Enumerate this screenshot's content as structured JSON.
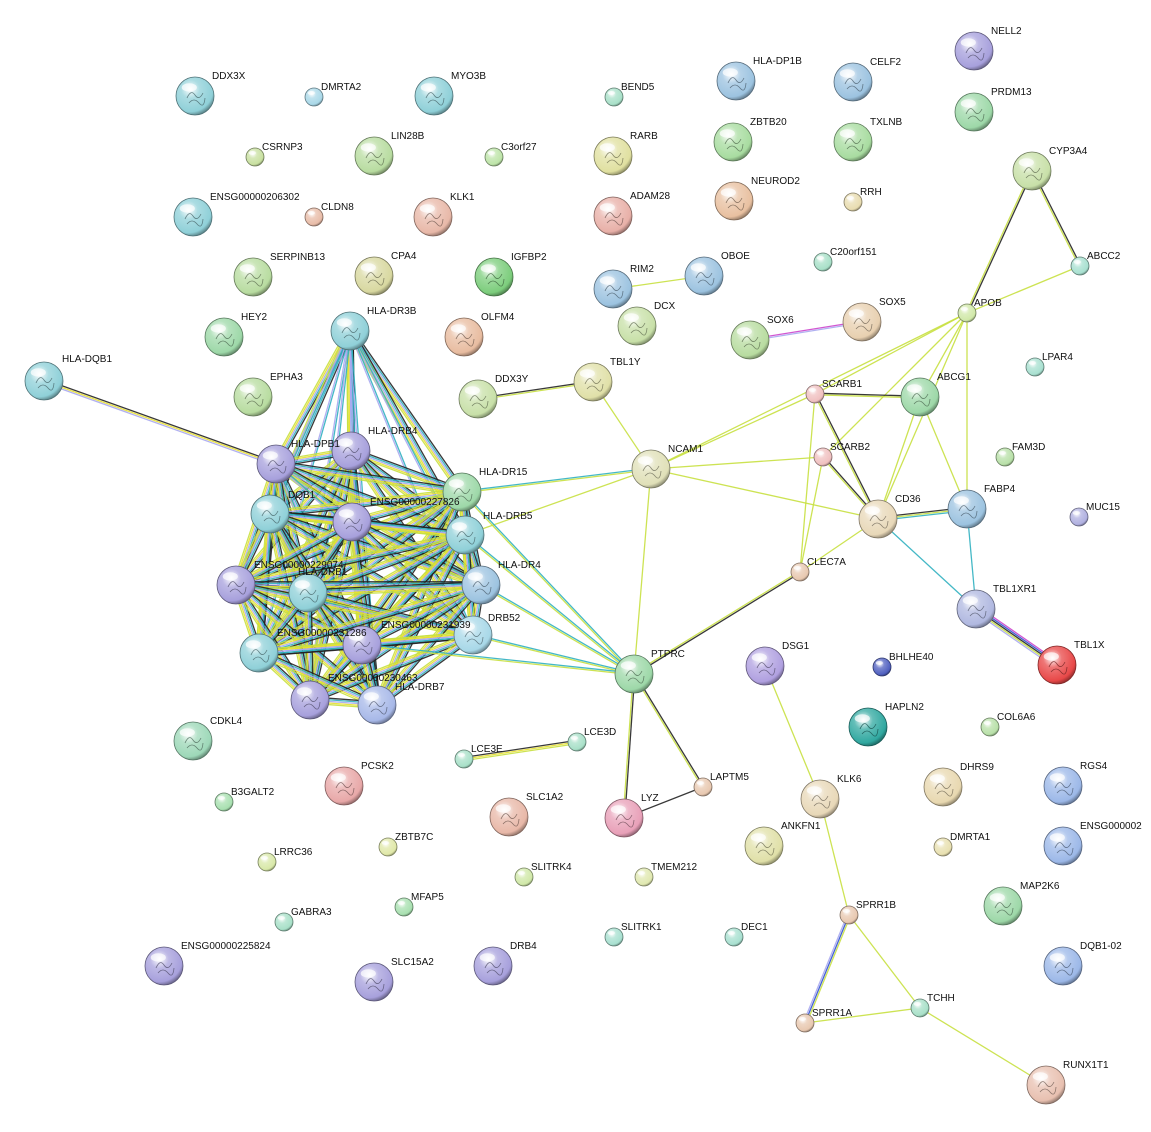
{
  "network": {
    "nodes": [
      {
        "id": "DDX3X",
        "label": "DDX3X",
        "color": "#8fd0d8",
        "size": "l"
      },
      {
        "id": "DMRTA2",
        "label": "DMRTA2",
        "color": "#a9d8e8",
        "size": "s"
      },
      {
        "id": "MYO3B",
        "label": "MYO3B",
        "color": "#8fd0d8",
        "size": "l"
      },
      {
        "id": "BEND5",
        "label": "BEND5",
        "color": "#a8e0c8",
        "size": "s"
      },
      {
        "id": "HLA-DP1B",
        "label": "HLA-DP1B",
        "color": "#9cc3e0",
        "size": "l"
      },
      {
        "id": "CELF2",
        "label": "CELF2",
        "color": "#9cc3e0",
        "size": "l"
      },
      {
        "id": "NELL2",
        "label": "NELL2",
        "color": "#a7a0dc",
        "size": "l"
      },
      {
        "id": "PRDM13",
        "label": "PRDM13",
        "color": "#9dd8a8",
        "size": "l"
      },
      {
        "id": "CSRNP3",
        "label": "CSRNP3",
        "color": "#c8e0a0",
        "size": "s"
      },
      {
        "id": "LIN28B",
        "label": "LIN28B",
        "color": "#b8dca0",
        "size": "l"
      },
      {
        "id": "C3orf27",
        "label": "C3orf27",
        "color": "#bde4a8",
        "size": "s"
      },
      {
        "id": "RARB",
        "label": "RARB",
        "color": "#e0e0a0",
        "size": "l"
      },
      {
        "id": "ZBTB20",
        "label": "ZBTB20",
        "color": "#a8dca0",
        "size": "l"
      },
      {
        "id": "TXLNB",
        "label": "TXLNB",
        "color": "#a8dca0",
        "size": "l"
      },
      {
        "id": "CYP3A4",
        "label": "CYP3A4",
        "color": "#c8e0a8",
        "size": "l"
      },
      {
        "id": "ENSG00000206302",
        "label": "ENSG00000206302",
        "color": "#8fd0d8",
        "size": "l"
      },
      {
        "id": "CLDN8",
        "label": "CLDN8",
        "color": "#e8bca8",
        "size": "s"
      },
      {
        "id": "KLK1",
        "label": "KLK1",
        "color": "#e8b8a8",
        "size": "l"
      },
      {
        "id": "ADAM28",
        "label": "ADAM28",
        "color": "#e8b0a8",
        "size": "l"
      },
      {
        "id": "NEUROD2",
        "label": "NEUROD2",
        "color": "#e8c0a0",
        "size": "l"
      },
      {
        "id": "RRH",
        "label": "RRH",
        "color": "#e8dcb0",
        "size": "s"
      },
      {
        "id": "ABCC2",
        "label": "ABCC2",
        "color": "#a8e0d0",
        "size": "s"
      },
      {
        "id": "SERPINB13",
        "label": "SERPINB13",
        "color": "#b8dca0",
        "size": "l"
      },
      {
        "id": "CPA4",
        "label": "CPA4",
        "color": "#d8d8a0",
        "size": "l"
      },
      {
        "id": "IGFBP2",
        "label": "IGFBP2",
        "color": "#7ccd7c",
        "size": "l"
      },
      {
        "id": "RIM2",
        "label": "RIM2",
        "color": "#9cc3e0",
        "size": "l"
      },
      {
        "id": "OBOE",
        "label": "OBOE",
        "color": "#9cc3e0",
        "size": "l"
      },
      {
        "id": "C20orf151",
        "label": "C20orf151",
        "color": "#a8e0c8",
        "size": "s"
      },
      {
        "id": "APOB",
        "label": "APOB",
        "color": "#d0e8a8",
        "size": "s"
      },
      {
        "id": "HEY2",
        "label": "HEY2",
        "color": "#9dd8a8",
        "size": "l"
      },
      {
        "id": "HLA-DR3B",
        "label": "HLA-DR3B",
        "color": "#8fd0d8",
        "size": "l"
      },
      {
        "id": "OLFM4",
        "label": "OLFM4",
        "color": "#e8bca0",
        "size": "l"
      },
      {
        "id": "DCX",
        "label": "DCX",
        "color": "#c8e0a8",
        "size": "l"
      },
      {
        "id": "SOX6",
        "label": "SOX6",
        "color": "#b8dca0",
        "size": "l"
      },
      {
        "id": "SOX5",
        "label": "SOX5",
        "color": "#e8d0b0",
        "size": "l"
      },
      {
        "id": "HLA-DQB1",
        "label": "HLA-DQB1",
        "color": "#8fd0d8",
        "size": "l"
      },
      {
        "id": "LPAR4",
        "label": "LPAR4",
        "color": "#a8e0d0",
        "size": "s"
      },
      {
        "id": "TBL1Y",
        "label": "TBL1Y",
        "color": "#e0e0a8",
        "size": "l"
      },
      {
        "id": "DDX3Y",
        "label": "DDX3Y",
        "color": "#c8e0a8",
        "size": "l"
      },
      {
        "id": "EPHA3",
        "label": "EPHA3",
        "color": "#b8dca0",
        "size": "l"
      },
      {
        "id": "SCARB1",
        "label": "SCARB1",
        "color": "#f0c0c0",
        "size": "s"
      },
      {
        "id": "ABCG1",
        "label": "ABCG1",
        "color": "#9dd8a8",
        "size": "l"
      },
      {
        "id": "HLA-DRB4",
        "label": "HLA-DRB4",
        "color": "#a7a0dc",
        "size": "l"
      },
      {
        "id": "HLA-DPB1",
        "label": "HLA-DPB1",
        "color": "#a7a0dc",
        "size": "l"
      },
      {
        "id": "NCAM1",
        "label": "NCAM1",
        "color": "#e0e0b8",
        "size": "l"
      },
      {
        "id": "SCARB2",
        "label": "SCARB2",
        "color": "#f0c0c0",
        "size": "s"
      },
      {
        "id": "FAM3D",
        "label": "FAM3D",
        "color": "#b8e0a8",
        "size": "s"
      },
      {
        "id": "HLA-DR15",
        "label": "HLA-DR15",
        "color": "#9dd8a8",
        "size": "l"
      },
      {
        "id": "DQB1",
        "label": "DQB1",
        "color": "#8fd0d8",
        "size": "l"
      },
      {
        "id": "ENSG00000227826",
        "label": "ENSG00000227826",
        "color": "#a7a0dc",
        "size": "l"
      },
      {
        "id": "CD36",
        "label": "CD36",
        "color": "#e8d8b8",
        "size": "l"
      },
      {
        "id": "FABP4",
        "label": "FABP4",
        "color": "#9cc3e0",
        "size": "l"
      },
      {
        "id": "MUC15",
        "label": "MUC15",
        "color": "#b0b0e0",
        "size": "s"
      },
      {
        "id": "HLA-DRB5",
        "label": "HLA-DRB5",
        "color": "#8fd0d8",
        "size": "l"
      },
      {
        "id": "ENSG00000229074",
        "label": "ENSG00000229074",
        "color": "#a7a0dc",
        "size": "l"
      },
      {
        "id": "HLA-DRB1",
        "label": "HLA-DRB1",
        "color": "#8fd0d8",
        "size": "l"
      },
      {
        "id": "HLA-DR4",
        "label": "HLA-DR4",
        "color": "#9cc3e0",
        "size": "l"
      },
      {
        "id": "CLEC7A",
        "label": "CLEC7A",
        "color": "#e8c8b0",
        "size": "s"
      },
      {
        "id": "TBL1XR1",
        "label": "TBL1XR1",
        "color": "#b0b8e0",
        "size": "l"
      },
      {
        "id": "DRB52",
        "label": "DRB52",
        "color": "#a8d8e8",
        "size": "l"
      },
      {
        "id": "ENSG00000231939",
        "label": "ENSG00000231939",
        "color": "#a7a0dc",
        "size": "l"
      },
      {
        "id": "ENSG00000231286",
        "label": "ENSG00000231286",
        "color": "#8fd0d8",
        "size": "l"
      },
      {
        "id": "PTPRC",
        "label": "PTPRC",
        "color": "#9dd8a8",
        "size": "l"
      },
      {
        "id": "DSG1",
        "label": "DSG1",
        "color": "#b0a0e0",
        "size": "l"
      },
      {
        "id": "BHLHE40",
        "label": "BHLHE40",
        "color": "#5060c0",
        "size": "s"
      },
      {
        "id": "TBL1X",
        "label": "TBL1X",
        "color": "#e84848",
        "size": "l"
      },
      {
        "id": "ENSG00000230463",
        "label": "ENSG00000230463",
        "color": "#a7a0dc",
        "size": "l"
      },
      {
        "id": "HLA-DRB7",
        "label": "HLA-DRB7",
        "color": "#a7b8e8",
        "size": "l"
      },
      {
        "id": "HAPLN2",
        "label": "HAPLN2",
        "color": "#30a8a0",
        "size": "l"
      },
      {
        "id": "COL6A6",
        "label": "COL6A6",
        "color": "#b8e0a8",
        "size": "s"
      },
      {
        "id": "CDKL4",
        "label": "CDKL4",
        "color": "#9dd8b8",
        "size": "l"
      },
      {
        "id": "LCE3D",
        "label": "LCE3D",
        "color": "#a8e0c8",
        "size": "s"
      },
      {
        "id": "LCE3E",
        "label": "LCE3E",
        "color": "#a8e0c8",
        "size": "s"
      },
      {
        "id": "LAPTM5",
        "label": "LAPTM5",
        "color": "#e8c8b0",
        "size": "s"
      },
      {
        "id": "PCSK2",
        "label": "PCSK2",
        "color": "#e8a8a8",
        "size": "l"
      },
      {
        "id": "B3GALT2",
        "label": "B3GALT2",
        "color": "#a8e0b0",
        "size": "s"
      },
      {
        "id": "SLC1A2",
        "label": "SLC1A2",
        "color": "#e8b8a8",
        "size": "l"
      },
      {
        "id": "LYZ",
        "label": "LYZ",
        "color": "#e8a0b8",
        "size": "l"
      },
      {
        "id": "KLK6",
        "label": "KLK6",
        "color": "#e8d8b8",
        "size": "l"
      },
      {
        "id": "DHRS9",
        "label": "DHRS9",
        "color": "#e8d8b0",
        "size": "l"
      },
      {
        "id": "RGS4",
        "label": "RGS4",
        "color": "#9cb8e8",
        "size": "l"
      },
      {
        "id": "ANKFN1",
        "label": "ANKFN1",
        "color": "#e0e0a8",
        "size": "l"
      },
      {
        "id": "DMRTA1",
        "label": "DMRTA1",
        "color": "#e8e0b0",
        "size": "s"
      },
      {
        "id": "ENSG000002",
        "label": "ENSG000002",
        "color": "#9cb8e8",
        "size": "l"
      },
      {
        "id": "LRRC36",
        "label": "LRRC36",
        "color": "#d8e8a8",
        "size": "s"
      },
      {
        "id": "ZBTB7C",
        "label": "ZBTB7C",
        "color": "#e0e8a8",
        "size": "s"
      },
      {
        "id": "SLITRK4",
        "label": "SLITRK4",
        "color": "#d0e8a8",
        "size": "s"
      },
      {
        "id": "TMEM212",
        "label": "TMEM212",
        "color": "#e0e8b0",
        "size": "s"
      },
      {
        "id": "MAP2K6",
        "label": "MAP2K6",
        "color": "#9dd8a8",
        "size": "l"
      },
      {
        "id": "GABRA3",
        "label": "GABRA3",
        "color": "#a8e0c8",
        "size": "s"
      },
      {
        "id": "MFAP5",
        "label": "MFAP5",
        "color": "#a8e0b0",
        "size": "s"
      },
      {
        "id": "SPRR1B",
        "label": "SPRR1B",
        "color": "#e8c8b0",
        "size": "s"
      },
      {
        "id": "SLITRK1",
        "label": "SLITRK1",
        "color": "#a8e0d0",
        "size": "s"
      },
      {
        "id": "DEC1",
        "label": "DEC1",
        "color": "#a8e0d0",
        "size": "s"
      },
      {
        "id": "ENSG00000225824",
        "label": "ENSG00000225824",
        "color": "#a7a0dc",
        "size": "l"
      },
      {
        "id": "DRB4",
        "label": "DRB4",
        "color": "#a7a0dc",
        "size": "l"
      },
      {
        "id": "SLC15A2",
        "label": "SLC15A2",
        "color": "#a7a0dc",
        "size": "l"
      },
      {
        "id": "DQB1-02",
        "label": "DQB1-02",
        "color": "#9cb8e8",
        "size": "l"
      },
      {
        "id": "TCHH",
        "label": "TCHH",
        "color": "#a8e0c8",
        "size": "s"
      },
      {
        "id": "SPRR1A",
        "label": "SPRR1A",
        "color": "#e8c8b0",
        "size": "s"
      },
      {
        "id": "RUNX1T1",
        "label": "RUNX1T1",
        "color": "#e8c0b0",
        "size": "l"
      }
    ],
    "edges": [
      {
        "a": "HLA-DQB1",
        "b": "HLA-DPB1",
        "colors": [
          "#222222",
          "#e8e030",
          "#a8a8f0"
        ]
      },
      {
        "a": "DDX3Y",
        "b": "TBL1Y",
        "colors": [
          "#222222",
          "#c8e040"
        ]
      },
      {
        "a": "RIM2",
        "b": "OBOE",
        "colors": [
          "#c8e040"
        ]
      },
      {
        "a": "SOX6",
        "b": "SOX5",
        "colors": [
          "#cc44cc",
          "#a8a8f0"
        ]
      },
      {
        "a": "CYP3A4",
        "b": "ABCC2",
        "colors": [
          "#222222",
          "#c8e040"
        ]
      },
      {
        "a": "CYP3A4",
        "b": "APOB",
        "colors": [
          "#222222",
          "#c8e040"
        ]
      },
      {
        "a": "ABCC2",
        "b": "APOB",
        "colors": [
          "#c8e040"
        ]
      },
      {
        "a": "APOB",
        "b": "SCARB1",
        "colors": [
          "#c8e040"
        ]
      },
      {
        "a": "APOB",
        "b": "ABCG1",
        "colors": [
          "#c8e040"
        ]
      },
      {
        "a": "APOB",
        "b": "SCARB2",
        "colors": [
          "#c8e040"
        ]
      },
      {
        "a": "APOB",
        "b": "CD36",
        "colors": [
          "#c8e040"
        ]
      },
      {
        "a": "APOB",
        "b": "FABP4",
        "colors": [
          "#c8e040"
        ]
      },
      {
        "a": "APOB",
        "b": "NCAM1",
        "colors": [
          "#c8e040"
        ]
      },
      {
        "a": "SCARB1",
        "b": "ABCG1",
        "colors": [
          "#222222",
          "#c8e040"
        ]
      },
      {
        "a": "SCARB1",
        "b": "CD36",
        "colors": [
          "#222222",
          "#c8e040"
        ]
      },
      {
        "a": "SCARB1",
        "b": "CLEC7A",
        "colors": [
          "#c8e040"
        ]
      },
      {
        "a": "SCARB1",
        "b": "NCAM1",
        "colors": [
          "#c8e040"
        ]
      },
      {
        "a": "SCARB2",
        "b": "CD36",
        "colors": [
          "#222222",
          "#c8e040"
        ]
      },
      {
        "a": "SCARB2",
        "b": "CLEC7A",
        "colors": [
          "#c8e040"
        ]
      },
      {
        "a": "SCARB2",
        "b": "NCAM1",
        "colors": [
          "#c8e040"
        ]
      },
      {
        "a": "ABCG1",
        "b": "CD36",
        "colors": [
          "#c8e040"
        ]
      },
      {
        "a": "ABCG1",
        "b": "FABP4",
        "colors": [
          "#c8e040"
        ]
      },
      {
        "a": "CD36",
        "b": "FABP4",
        "colors": [
          "#222222",
          "#c8e040",
          "#30b0c0"
        ]
      },
      {
        "a": "CD36",
        "b": "TBL1XR1",
        "colors": [
          "#30b0c0"
        ]
      },
      {
        "a": "CD36",
        "b": "NCAM1",
        "colors": [
          "#c8e040"
        ]
      },
      {
        "a": "CD36",
        "b": "CLEC7A",
        "colors": [
          "#c8e040"
        ]
      },
      {
        "a": "FABP4",
        "b": "TBL1XR1",
        "colors": [
          "#30b0c0"
        ]
      },
      {
        "a": "TBL1XR1",
        "b": "TBL1X",
        "colors": [
          "#cc44cc",
          "#3050d0",
          "#222222",
          "#c8e040",
          "#a8a8f0"
        ]
      },
      {
        "a": "TBL1Y",
        "b": "NCAM1",
        "colors": [
          "#c8e040"
        ]
      },
      {
        "a": "NCAM1",
        "b": "PTPRC",
        "colors": [
          "#c8e040"
        ]
      },
      {
        "a": "NCAM1",
        "b": "HLA-DR15",
        "colors": [
          "#c8e040",
          "#30b0c0"
        ]
      },
      {
        "a": "NCAM1",
        "b": "HLA-DRB5",
        "colors": [
          "#c8e040"
        ]
      },
      {
        "a": "CLEC7A",
        "b": "PTPRC",
        "colors": [
          "#222222",
          "#c8e040"
        ]
      },
      {
        "a": "PTPRC",
        "b": "LYZ",
        "colors": [
          "#222222",
          "#c8e040"
        ]
      },
      {
        "a": "PTPRC",
        "b": "LAPTM5",
        "colors": [
          "#222222",
          "#c8e040"
        ]
      },
      {
        "a": "LYZ",
        "b": "LAPTM5",
        "colors": [
          "#222222"
        ]
      },
      {
        "a": "LCE3E",
        "b": "LCE3D",
        "colors": [
          "#222222",
          "#e8e030",
          "#c8e040"
        ]
      },
      {
        "a": "DSG1",
        "b": "KLK6",
        "colors": [
          "#c8e040"
        ]
      },
      {
        "a": "KLK6",
        "b": "SPRR1B",
        "colors": [
          "#c8e040"
        ]
      },
      {
        "a": "SPRR1B",
        "b": "SPRR1A",
        "colors": [
          "#c8e040",
          "#3050d0",
          "#a8a8f0"
        ]
      },
      {
        "a": "SPRR1B",
        "b": "TCHH",
        "colors": [
          "#c8e040"
        ]
      },
      {
        "a": "SPRR1A",
        "b": "TCHH",
        "colors": [
          "#c8e040"
        ]
      },
      {
        "a": "TCHH",
        "b": "RUNX1T1",
        "colors": [
          "#c8e040"
        ]
      }
    ],
    "cluster": {
      "members": [
        "HLA-DR3B",
        "HLA-DRB4",
        "HLA-DPB1",
        "HLA-DR15",
        "DQB1",
        "ENSG00000227826",
        "HLA-DRB5",
        "ENSG00000229074",
        "HLA-DRB1",
        "HLA-DR4",
        "DRB52",
        "ENSG00000231939",
        "ENSG00000231286",
        "ENSG00000230463",
        "HLA-DRB7"
      ],
      "to_ptprc": [
        "HLA-DR15",
        "HLA-DRB5",
        "HLA-DR4",
        "DRB52",
        "ENSG00000231939"
      ],
      "colors": [
        "#222222",
        "#30b0c0",
        "#a8a8f0",
        "#e8e030",
        "#c8e040"
      ]
    }
  }
}
